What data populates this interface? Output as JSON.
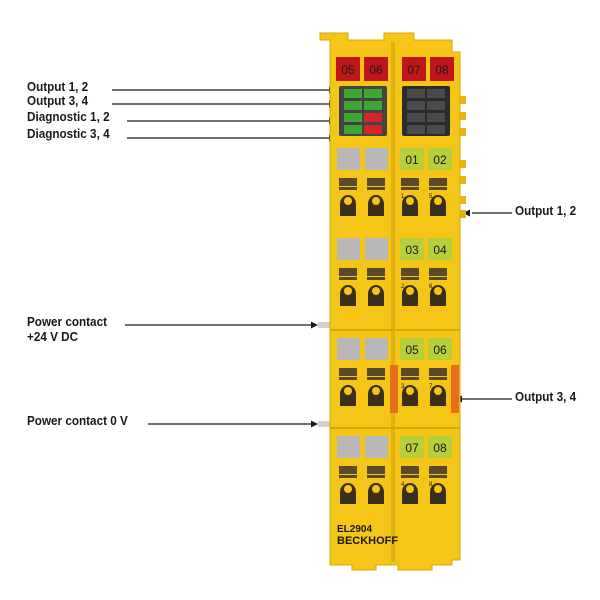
{
  "left_labels": {
    "output_1_2": "Output 1, 2",
    "output_3_4": "Output 3, 4",
    "diagnostic_1_2": "Diagnostic 1, 2",
    "diagnostic_3_4": "Diagnostic 3, 4",
    "power_contact_24v_line1": "Power contact",
    "power_contact_24v_line2": "+24 V DC",
    "power_contact_0v": "Power contact 0 V"
  },
  "right_labels": {
    "output_1_2": "Output 1, 2",
    "output_3_4": "Output 3, 4"
  },
  "module": {
    "top_tags": [
      "05",
      "06",
      "07",
      "08"
    ],
    "terminal_blocks": [
      {
        "numbers": [
          "01",
          "02"
        ],
        "contact_numbers": [
          "1",
          "5"
        ]
      },
      {
        "numbers": [
          "03",
          "04"
        ],
        "contact_numbers": [
          "2",
          "6"
        ]
      },
      {
        "numbers": [
          "05",
          "06"
        ],
        "contact_numbers": [
          "3",
          "7"
        ]
      },
      {
        "numbers": [
          "07",
          "08"
        ],
        "contact_numbers": [
          "4",
          "8"
        ]
      }
    ],
    "model": "EL2904",
    "brand": "BECKHOFF"
  },
  "colors": {
    "housing": "#f5c518",
    "housing_dark": "#d9a800",
    "tag_red": "#c0161b",
    "tag_green": "#b6cf3a",
    "led_green": "#3fa535",
    "led_red": "#d1262a",
    "orange_contact": "#e8701a"
  }
}
